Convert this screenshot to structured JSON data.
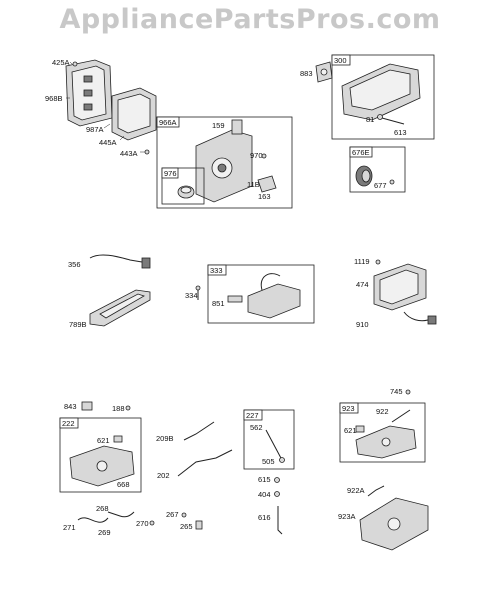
{
  "watermark": "AppliancePartsPros.com",
  "labels": {
    "p425A": "425A",
    "p968B": "968B",
    "p987A": "987A",
    "p445A": "445A",
    "p443A": "443A",
    "p966A": "966A",
    "p159": "159",
    "p970": "970",
    "p976": "976",
    "p11B": "11B",
    "p163": "163",
    "p883": "883",
    "p300": "300",
    "p81": "81",
    "p613": "613",
    "p676E": "676E",
    "p677": "677",
    "p356": "356",
    "p789B": "789B",
    "p333": "333",
    "p334": "334",
    "p851": "851",
    "p1119": "1119",
    "p474": "474",
    "p910": "910",
    "p843": "843",
    "p188": "188",
    "p222": "222",
    "p621a": "621",
    "p668": "668",
    "p271": "271",
    "p268": "268",
    "p269": "269",
    "p270": "270",
    "p267": "267",
    "p265": "265",
    "p209B": "209B",
    "p202": "202",
    "p227": "227",
    "p562": "562",
    "p505": "505",
    "p615": "615",
    "p404": "404",
    "p616": "616",
    "p745": "745",
    "p923": "923",
    "p922": "922",
    "p621b": "621",
    "p922A": "922A",
    "p923A": "923A"
  }
}
